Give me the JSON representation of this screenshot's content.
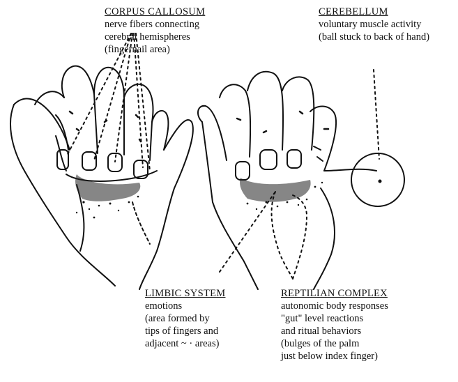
{
  "labels": {
    "corpus_callosum": {
      "title": "CORPUS CALLOSUM",
      "lines": [
        "nerve fibers connecting",
        "cerebral hemispheres",
        "(fingernail area)"
      ]
    },
    "cerebellum": {
      "title": "CEREBELLUM",
      "lines": [
        "voluntary muscle activity",
        "(ball stuck to back of hand)"
      ]
    },
    "limbic_system": {
      "title": "LIMBIC SYSTEM",
      "lines": [
        "emotions",
        "(area formed by",
        "tips of fingers and",
        "adjacent ~ · areas)"
      ]
    },
    "reptilian_complex": {
      "title": "REPTILIAN COMPLEX",
      "lines": [
        "autonomic body responses",
        "\"gut\" level reactions",
        "and ritual behaviors",
        "(bulges of the palm",
        "just below index finger)"
      ]
    }
  },
  "colors": {
    "ink": "#111111",
    "background": "#ffffff"
  }
}
